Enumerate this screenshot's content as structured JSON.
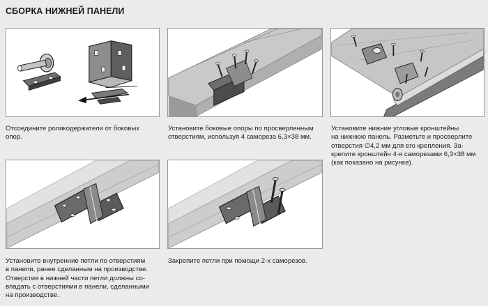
{
  "title": "СБОРКА НИЖНЕЙ ПАНЕЛИ",
  "steps": [
    {
      "lines": [
        "Отсоедините роликодержатели от боковых",
        "опор."
      ]
    },
    {
      "lines": [
        "Установите боковые опоры по просверленным",
        "отверстиям, используя 4 самореза 6,3×38 мм."
      ]
    },
    {
      "lines": [
        "Установите нижние угловые кронштейны",
        "на нижнюю панель. Разметьте и просверлите",
        "отверстия ∅4,2 мм для его крепления. За-",
        "крепите кронштейн 4-я саморезами 6,3×38 мм",
        "(как показано на рисунке)."
      ]
    },
    {
      "lines": [
        "Установите внутренние петли по отверстиям",
        "в панели, ранее сделанным на производстве.",
        "Отверстия в нижней части петли должны со-",
        "впадать с отверстиями в панели, сделанными",
        "на производстве."
      ]
    },
    {
      "lines": [
        "Закрепите петли при помощи 2-х саморезов."
      ]
    }
  ]
}
